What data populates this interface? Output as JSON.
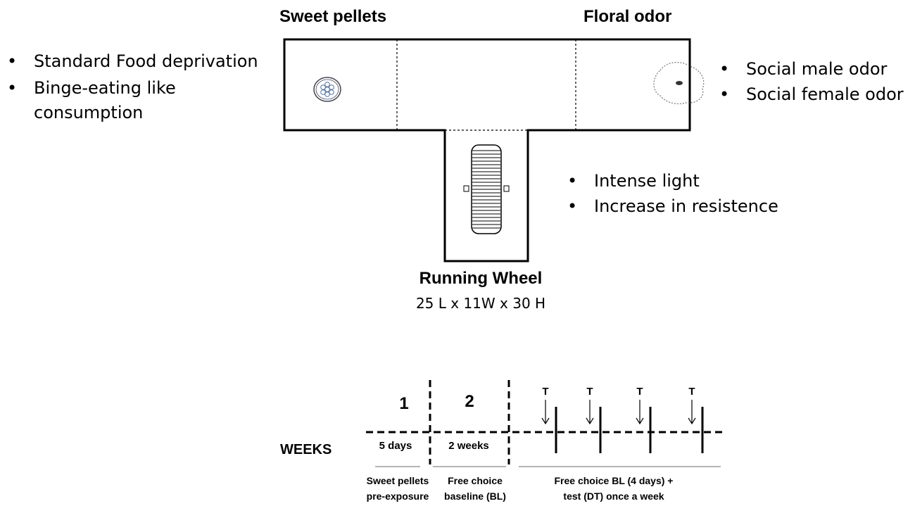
{
  "top": {
    "sweet_pellets": "Sweet pellets",
    "floral_odor": "Floral odor"
  },
  "left_list": [
    "Standard Food deprivation",
    "Binge-eating like",
    "consumption"
  ],
  "right_list": [
    "Social male odor",
    "Social female odor"
  ],
  "middle_list": [
    "Intense light",
    "Increase in resistence"
  ],
  "running_wheel": {
    "title": "Running Wheel",
    "dims": "25 L x 11W x 30 H"
  },
  "timeline": {
    "weeks_label": "WEEKS",
    "phase_numbers": [
      "1",
      "2"
    ],
    "durations": [
      "5 days",
      "2 weeks"
    ],
    "test_marker": "T",
    "captions": {
      "phase1": [
        "Sweet pellets",
        "pre-exposure"
      ],
      "phase2": [
        "Free choice",
        "baseline (BL)"
      ],
      "phase3": [
        "Free choice BL (4 days) +",
        "test (DT) once a week"
      ]
    }
  },
  "bullet": "•"
}
